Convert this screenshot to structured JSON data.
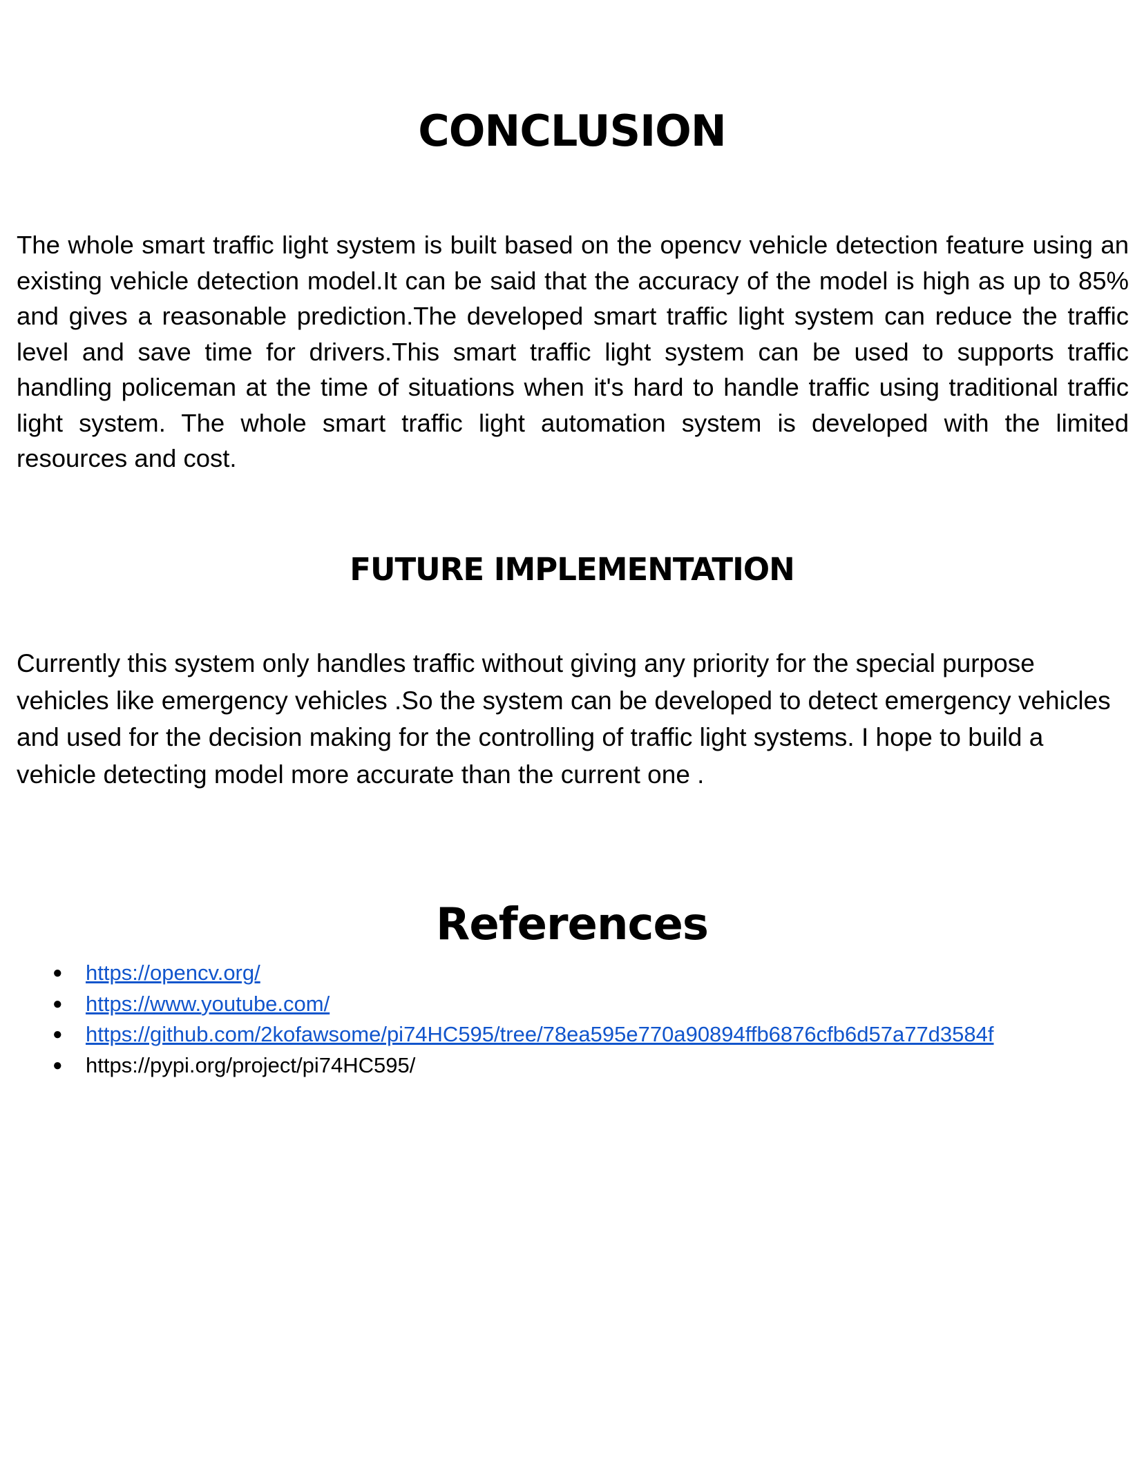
{
  "conclusion": {
    "title": "CONCLUSION",
    "body": "The whole smart traffic light system is built based on the opencv vehicle detection feature using an existing vehicle detection model.It can be said that the accuracy of the model is high as up to 85% and gives a reasonable prediction.The developed smart traffic light system can reduce the traffic level and save time for drivers.This smart traffic light system can be used to supports traffic handling policeman at the time of situations when  it's hard to handle traffic using traditional traffic light system.  The whole smart traffic light automation system is developed with the limited resources and cost."
  },
  "future": {
    "title": "FUTURE IMPLEMENTATION",
    "body": "Currently this system only handles traffic without giving any priority for the special purpose vehicles like emergency vehicles .So the system can be developed to detect emergency vehicles and used for the decision making for the controlling of traffic light systems. I  hope to build a vehicle detecting model more accurate than the current one ."
  },
  "references": {
    "title": "References",
    "bullet": "●",
    "items": [
      {
        "text": "https://opencv.org/",
        "is_link": true
      },
      {
        "text": "https://www.youtube.com/",
        "is_link": true
      },
      {
        "text": "https://github.com/2kofawsome/pi74HC595/tree/78ea595e770a90894ffb6876cfb6d57a77d3584f",
        "is_link": true
      },
      {
        "text": "https://pypi.org/project/pi74HC595/",
        "is_link": false
      }
    ],
    "link_color": "#1155cc"
  }
}
